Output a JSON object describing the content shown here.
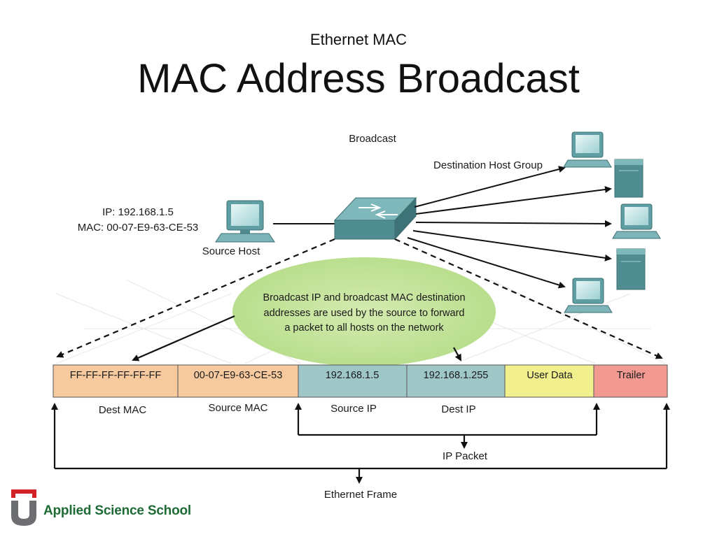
{
  "header": {
    "subtitle": "Ethernet MAC",
    "title": "MAC Address Broadcast"
  },
  "diagram": {
    "broadcast_label": "Broadcast",
    "dest_group_label": "Destination Host Group",
    "source_ip": "IP: 192.168.1.5",
    "source_mac": "MAC: 00-07-E9-63-CE-53",
    "source_host_label": "Source Host",
    "bubble_lines": [
      "Broadcast IP and broadcast MAC destination",
      "addresses are used by the source to forward",
      "a packet to all hosts on the network"
    ],
    "frame_cells": [
      {
        "text": "FF-FF-FF-FF-FF-FF",
        "color": "#f6c99f"
      },
      {
        "text": "00-07-E9-63-CE-53",
        "color": "#f6c99f"
      },
      {
        "text": "192.168.1.5",
        "color": "#9fc7c8"
      },
      {
        "text": "192.168.1.255",
        "color": "#9fc7c8"
      },
      {
        "text": "User Data",
        "color": "#f2ef8d"
      },
      {
        "text": "Trailer",
        "color": "#f29a92"
      }
    ],
    "field_labels": {
      "dest_mac": "Dest MAC",
      "source_mac": "Source MAC",
      "source_ip": "Source IP",
      "dest_ip": "Dest IP"
    },
    "ip_packet_label": "IP Packet",
    "ethernet_frame_label": "Ethernet Frame"
  },
  "footer": {
    "logo_text": "Applied Science School",
    "logo_colors": {
      "red": "#d2232a",
      "gray": "#6d6e71",
      "green": "#1f6b36"
    }
  }
}
